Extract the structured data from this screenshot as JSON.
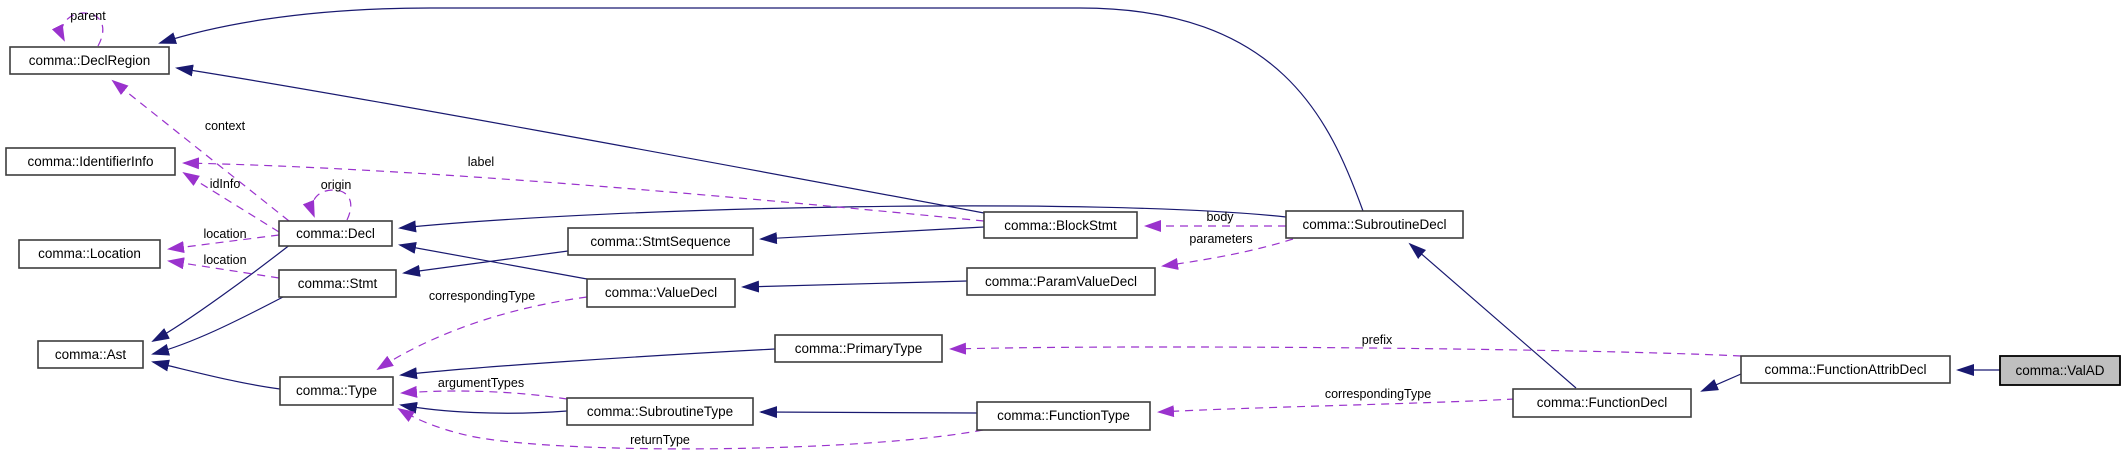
{
  "nodes": {
    "decl_region": "comma::DeclRegion",
    "identifier_info": "comma::IdentifierInfo",
    "location": "comma::Location",
    "ast": "comma::Ast",
    "decl": "comma::Decl",
    "stmt": "comma::Stmt",
    "type": "comma::Type",
    "stmt_sequence": "comma::StmtSequence",
    "value_decl": "comma::ValueDecl",
    "block_stmt": "comma::BlockStmt",
    "param_value_decl": "comma::ParamValueDecl",
    "subroutine_decl": "comma::SubroutineDecl",
    "primary_type": "comma::PrimaryType",
    "subroutine_type": "comma::SubroutineType",
    "function_type": "comma::FunctionType",
    "function_decl": "comma::FunctionDecl",
    "function_attrib_decl": "comma::FunctionAttribDecl",
    "val_ad": "comma::ValAD"
  },
  "edge_labels": {
    "parent": "parent",
    "context": "context",
    "id_info": "idInfo",
    "origin": "origin",
    "location_from_decl": "location",
    "location_from_stmt": "location",
    "label": "label",
    "corresponding_type_value": "correspondingType",
    "body": "body",
    "parameters": "parameters",
    "argument_types": "argumentTypes",
    "return_type": "returnType",
    "prefix": "prefix",
    "corresponding_type_function": "correspondingType"
  },
  "colors": {
    "inheritance_edge": "#191970",
    "usage_edge": "#9a32cd",
    "node_border": "#3d3d3d",
    "node_fill": "#ffffff",
    "highlight_node_fill": "#bfbfbf",
    "text": "#000000",
    "background": "#ffffff"
  }
}
